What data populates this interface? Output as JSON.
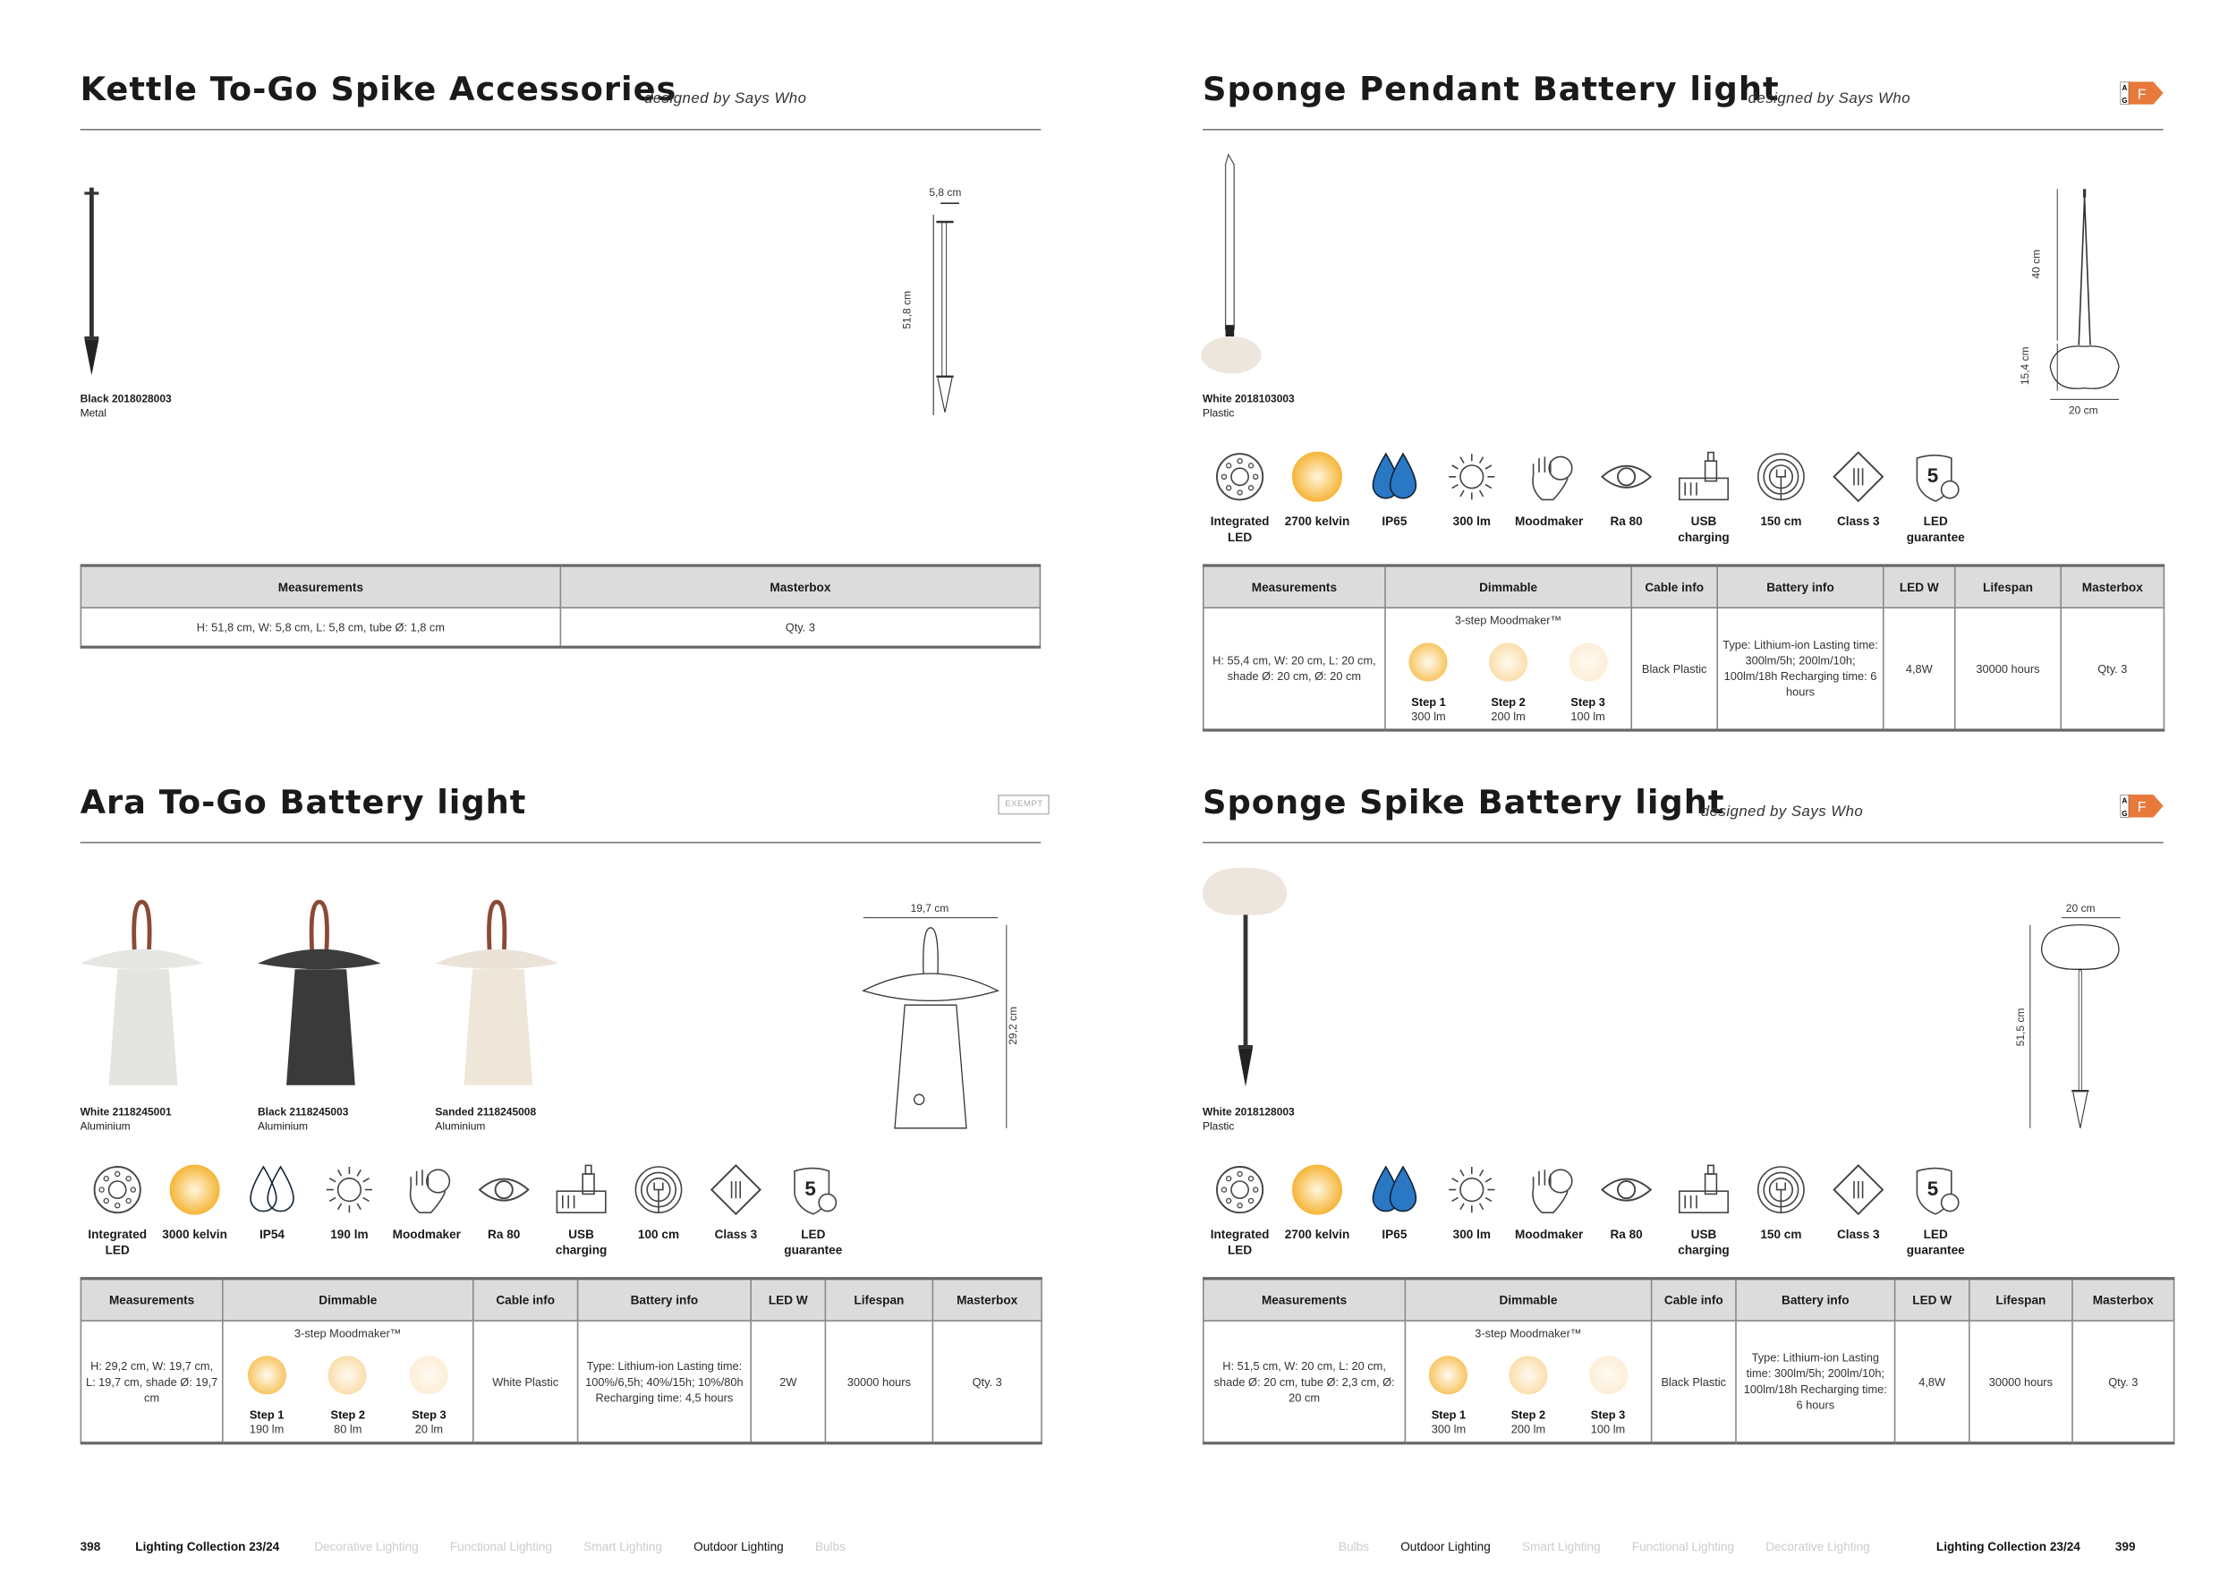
{
  "colors": {
    "energy": "#e8793a",
    "glow1": "#f6b73c",
    "glow2": "#f9d79a",
    "glow3": "#fcebd2"
  },
  "panels": [
    {
      "id": "kettle",
      "title": "Kettle To-Go Spike Accessories",
      "designer": "designed by Says Who",
      "products": [
        {
          "name": "Black 2018028003",
          "material": "Metal"
        }
      ],
      "dims": {
        "w": "5,8 cm",
        "h": "51,8 cm"
      },
      "table": {
        "headers": [
          "Measurements",
          "Masterbox"
        ],
        "row": [
          "H: 51,8 cm, W: 5,8 cm, L: 5,8 cm, tube Ø: 1,8 cm",
          "Qty. 3"
        ]
      }
    },
    {
      "id": "sponge-pendant",
      "title": "Sponge Pendant Battery light",
      "designer": "designed by Says Who",
      "energy": {
        "scale_top": "A",
        "scale_bottom": "G",
        "class": "F"
      },
      "products": [
        {
          "name": "White 2018103003",
          "material": "Plastic"
        }
      ],
      "dims": {
        "h1": "40 cm",
        "h2": "15,4 cm",
        "w": "20 cm"
      },
      "icons": [
        {
          "icon": "integrated-led-icon",
          "label": "Integrated LED"
        },
        {
          "icon": "kelvin-icon",
          "label": "2700 kelvin"
        },
        {
          "icon": "ip-drops-icon",
          "label": "IP65"
        },
        {
          "icon": "lumen-sun-icon",
          "label": "300 lm"
        },
        {
          "icon": "moodmaker-hand-icon",
          "label": "Moodmaker"
        },
        {
          "icon": "ra-eye-icon",
          "label": "Ra 80"
        },
        {
          "icon": "usb-icon",
          "label": "USB charging"
        },
        {
          "icon": "cable-icon",
          "label": "150 cm"
        },
        {
          "icon": "class3-icon",
          "label": "Class 3"
        },
        {
          "icon": "guarantee-shield-icon",
          "label": "LED guarantee",
          "badge": "5"
        }
      ],
      "table": {
        "headers": [
          "Measurements",
          "Dimmable",
          "Cable info",
          "Battery info",
          "LED W",
          "Lifespan",
          "Masterbox"
        ],
        "measurements": "H: 55,4 cm, W: 20 cm, L: 20 cm, shade Ø: 20 cm, Ø: 20 cm",
        "dimmable": {
          "title": "3-step Moodmaker™",
          "steps": [
            {
              "label": "Step 1",
              "value": "300 lm"
            },
            {
              "label": "Step 2",
              "value": "200 lm"
            },
            {
              "label": "Step 3",
              "value": "100 lm"
            }
          ]
        },
        "cable": "Black Plastic",
        "battery": "Type: Lithium-ion Lasting time: 300lm/5h; 200lm/10h; 100lm/18h Recharging time: 6 hours",
        "ledw": "4,8W",
        "lifespan": "30000 hours",
        "masterbox": "Qty. 3"
      }
    },
    {
      "id": "ara",
      "title": "Ara To-Go Battery light",
      "exempt": "EXEMPT",
      "products": [
        {
          "name": "White 2118245001",
          "material": "Aluminium"
        },
        {
          "name": "Black 2118245003",
          "material": "Aluminium"
        },
        {
          "name": "Sanded 2118245008",
          "material": "Aluminium"
        }
      ],
      "dims": {
        "w": "19,7 cm",
        "h": "29,2 cm"
      },
      "icons": [
        {
          "icon": "integrated-led-icon",
          "label": "Integrated LED"
        },
        {
          "icon": "kelvin-icon",
          "label": "3000 kelvin"
        },
        {
          "icon": "ip-drops-icon",
          "label": "IP54"
        },
        {
          "icon": "lumen-sun-icon",
          "label": "190 lm"
        },
        {
          "icon": "moodmaker-hand-icon",
          "label": "Moodmaker"
        },
        {
          "icon": "ra-eye-icon",
          "label": "Ra 80"
        },
        {
          "icon": "usb-icon",
          "label": "USB charging"
        },
        {
          "icon": "cable-icon",
          "label": "100 cm"
        },
        {
          "icon": "class3-icon",
          "label": "Class 3"
        },
        {
          "icon": "guarantee-shield-icon",
          "label": "LED guarantee",
          "badge": "5"
        }
      ],
      "table": {
        "headers": [
          "Measurements",
          "Dimmable",
          "Cable info",
          "Battery info",
          "LED W",
          "Lifespan",
          "Masterbox"
        ],
        "measurements": "H: 29,2 cm, W: 19,7 cm, L: 19,7 cm, shade Ø: 19,7 cm",
        "dimmable": {
          "title": "3-step Moodmaker™",
          "steps": [
            {
              "label": "Step 1",
              "value": "190 lm"
            },
            {
              "label": "Step 2",
              "value": "80 lm"
            },
            {
              "label": "Step 3",
              "value": "20 lm"
            }
          ]
        },
        "cable": "White Plastic",
        "battery": "Type: Lithium-ion Lasting time: 100%/6,5h; 40%/15h; 10%/80h Recharging time: 4,5 hours",
        "ledw": "2W",
        "lifespan": "30000 hours",
        "masterbox": "Qty. 3"
      }
    },
    {
      "id": "sponge-spike",
      "title": "Sponge Spike Battery light",
      "designer": "designed by Says Who",
      "energy": {
        "scale_top": "A",
        "scale_bottom": "G",
        "class": "F"
      },
      "products": [
        {
          "name": "White 2018128003",
          "material": "Plastic"
        }
      ],
      "dims": {
        "w": "20 cm",
        "h": "51,5 cm"
      },
      "icons": [
        {
          "icon": "integrated-led-icon",
          "label": "Integrated LED"
        },
        {
          "icon": "kelvin-icon",
          "label": "2700 kelvin"
        },
        {
          "icon": "ip-drops-icon",
          "label": "IP65"
        },
        {
          "icon": "lumen-sun-icon",
          "label": "300 lm"
        },
        {
          "icon": "moodmaker-hand-icon",
          "label": "Moodmaker"
        },
        {
          "icon": "ra-eye-icon",
          "label": "Ra 80"
        },
        {
          "icon": "usb-icon",
          "label": "USB charging"
        },
        {
          "icon": "cable-icon",
          "label": "150 cm"
        },
        {
          "icon": "class3-icon",
          "label": "Class 3"
        },
        {
          "icon": "guarantee-shield-icon",
          "label": "LED guarantee",
          "badge": "5"
        }
      ],
      "table": {
        "headers": [
          "Measurements",
          "Dimmable",
          "Cable info",
          "Battery info",
          "LED W",
          "Lifespan",
          "Masterbox"
        ],
        "measurements": "H: 51,5 cm, W: 20 cm, L: 20 cm, shade Ø: 20 cm, tube Ø: 2,3 cm, Ø: 20 cm",
        "dimmable": {
          "title": "3-step Moodmaker™",
          "steps": [
            {
              "label": "Step 1",
              "value": "300 lm"
            },
            {
              "label": "Step 2",
              "value": "200 lm"
            },
            {
              "label": "Step 3",
              "value": "100 lm"
            }
          ]
        },
        "cable": "Black Plastic",
        "battery": "Type: Lithium-ion Lasting time: 300lm/5h; 200lm/10h; 100lm/18h Recharging time: 6 hours",
        "ledw": "4,8W",
        "lifespan": "30000 hours",
        "masterbox": "Qty. 3"
      }
    }
  ],
  "footer": {
    "left": {
      "page": "398",
      "collection": "Lighting Collection 23/24",
      "nav": [
        "Decorative Lighting",
        "Functional Lighting",
        "Smart Lighting",
        "Outdoor Lighting",
        "Bulbs"
      ]
    },
    "right": {
      "page": "399",
      "collection": "Lighting Collection 23/24",
      "nav": [
        "Bulbs",
        "Outdoor Lighting",
        "Smart Lighting",
        "Functional Lighting",
        "Decorative Lighting"
      ]
    },
    "active": "Outdoor Lighting"
  }
}
